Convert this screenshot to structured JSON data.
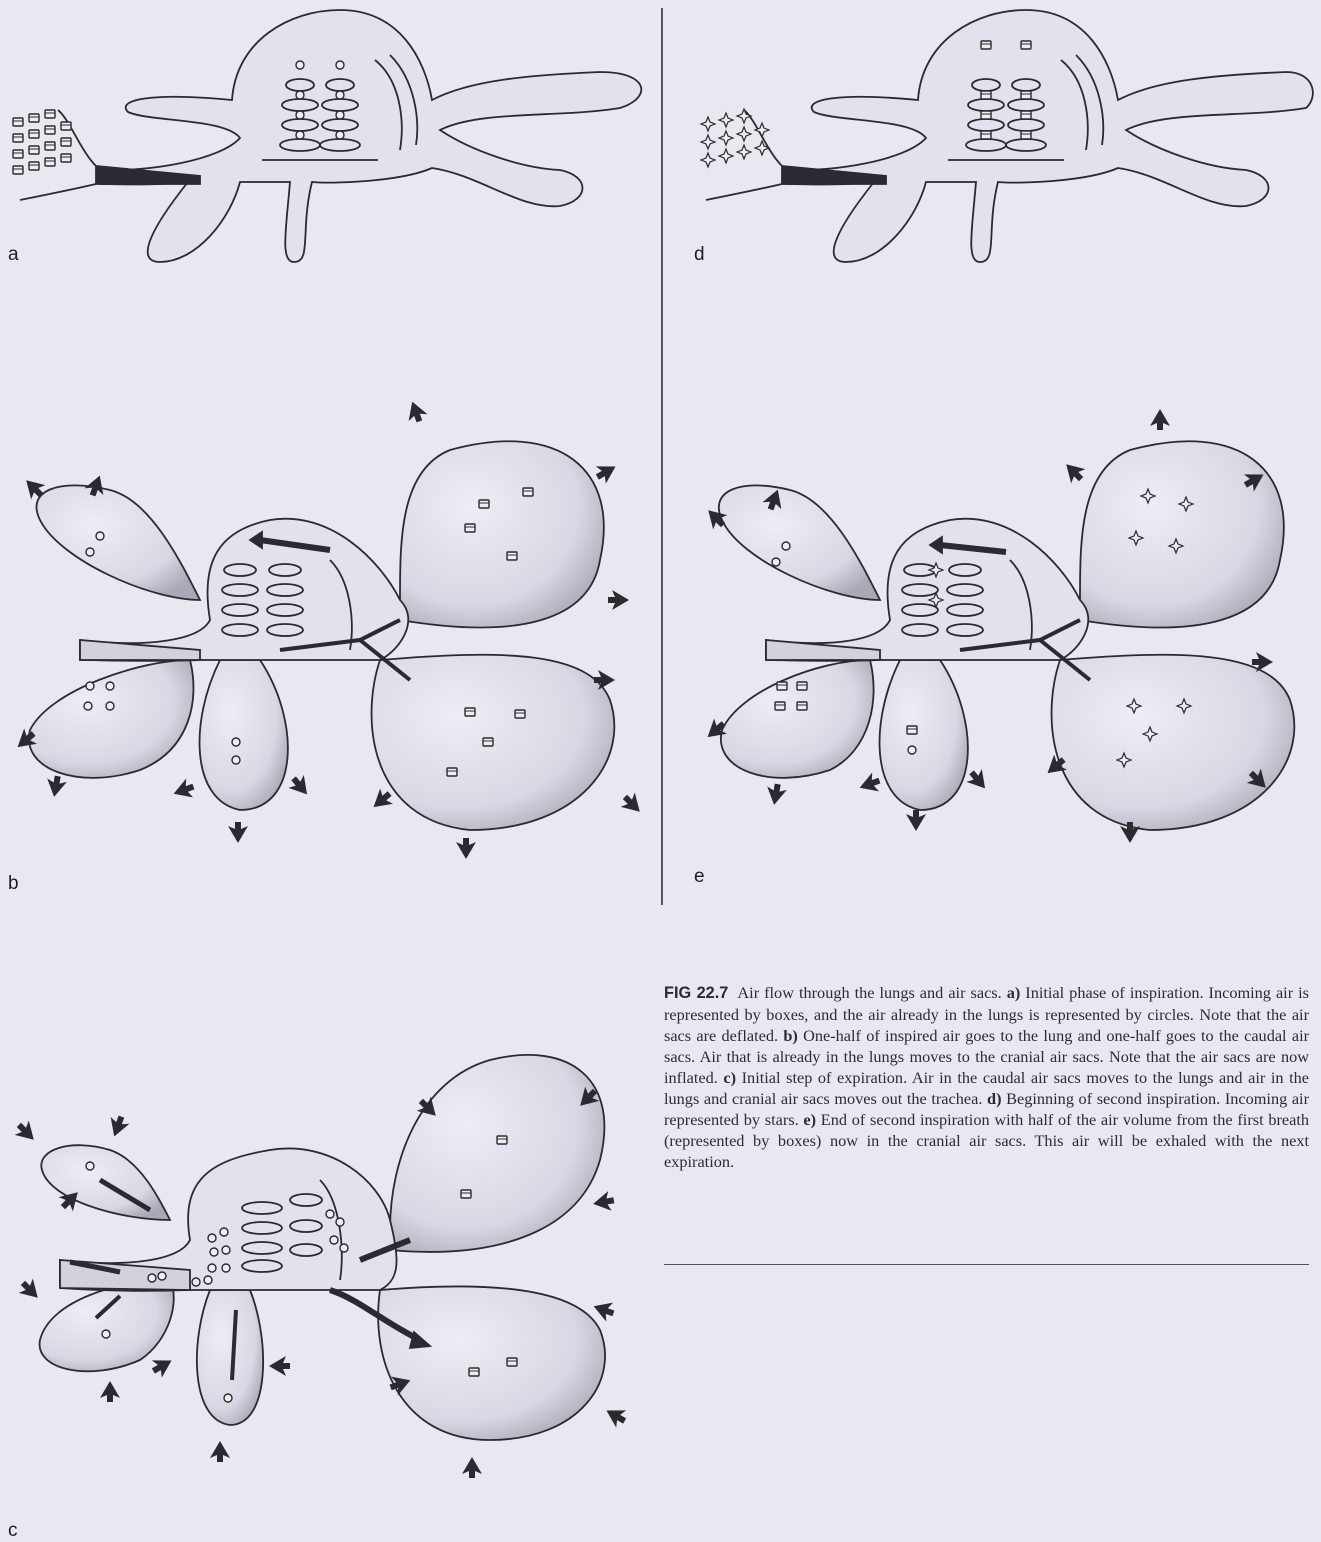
{
  "panels": [
    {
      "id": "a",
      "label": "a"
    },
    {
      "id": "b",
      "label": "b"
    },
    {
      "id": "c",
      "label": "c"
    },
    {
      "id": "d",
      "label": "d"
    },
    {
      "id": "e",
      "label": "e"
    }
  ],
  "caption": {
    "figure_number": "FIG 22.7",
    "title": "Air flow through the lungs and air sacs.",
    "parts": [
      {
        "letter": "a)",
        "text": "Initial phase of inspiration. Incoming air is represented by boxes, and the air already in the lungs is represented by circles. Note that the air sacs are deflated."
      },
      {
        "letter": "b)",
        "text": "One-half of inspired air goes to the lung and one-half goes to the caudal air sacs. Air that is already in the lungs moves to the cranial air sacs. Note that the air sacs are now inflated."
      },
      {
        "letter": "c)",
        "text": "Initial step of expiration. Air in the caudal air sacs moves to the lungs and air in the lungs and cranial air sacs moves out the trachea."
      },
      {
        "letter": "d)",
        "text": "Beginning of second inspiration. Incoming air represented by stars."
      },
      {
        "letter": "e)",
        "text": "End of second inspiration with half of the air volume from the first breath (represented by boxes) now in the cranial air sacs. This air will be exhaled with the next expiration."
      }
    ]
  },
  "colors": {
    "background": "#e9e8f1",
    "ink": "#2a2a30",
    "sac_fill": "#dcdbe6",
    "arrow": "#2a2a30"
  }
}
